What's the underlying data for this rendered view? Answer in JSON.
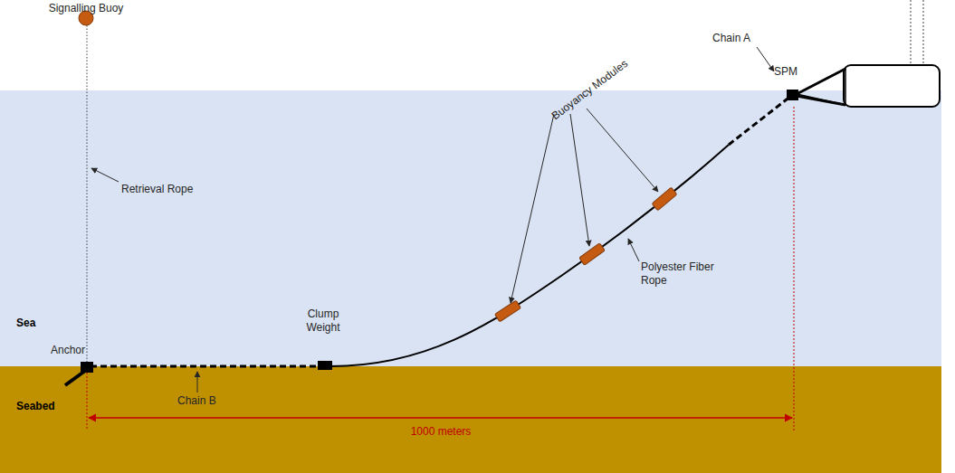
{
  "diagram": {
    "labels": [
      "Signalling Buoy",
      "SPM",
      "Chain A",
      "Retrieval Rope",
      "Buoyancy Modules",
      "Polyester Fiber Rope",
      "Clump Weight",
      "Sea",
      "Anchor",
      "Chain B",
      "Seabed",
      "1000 meters"
    ]
  }
}
